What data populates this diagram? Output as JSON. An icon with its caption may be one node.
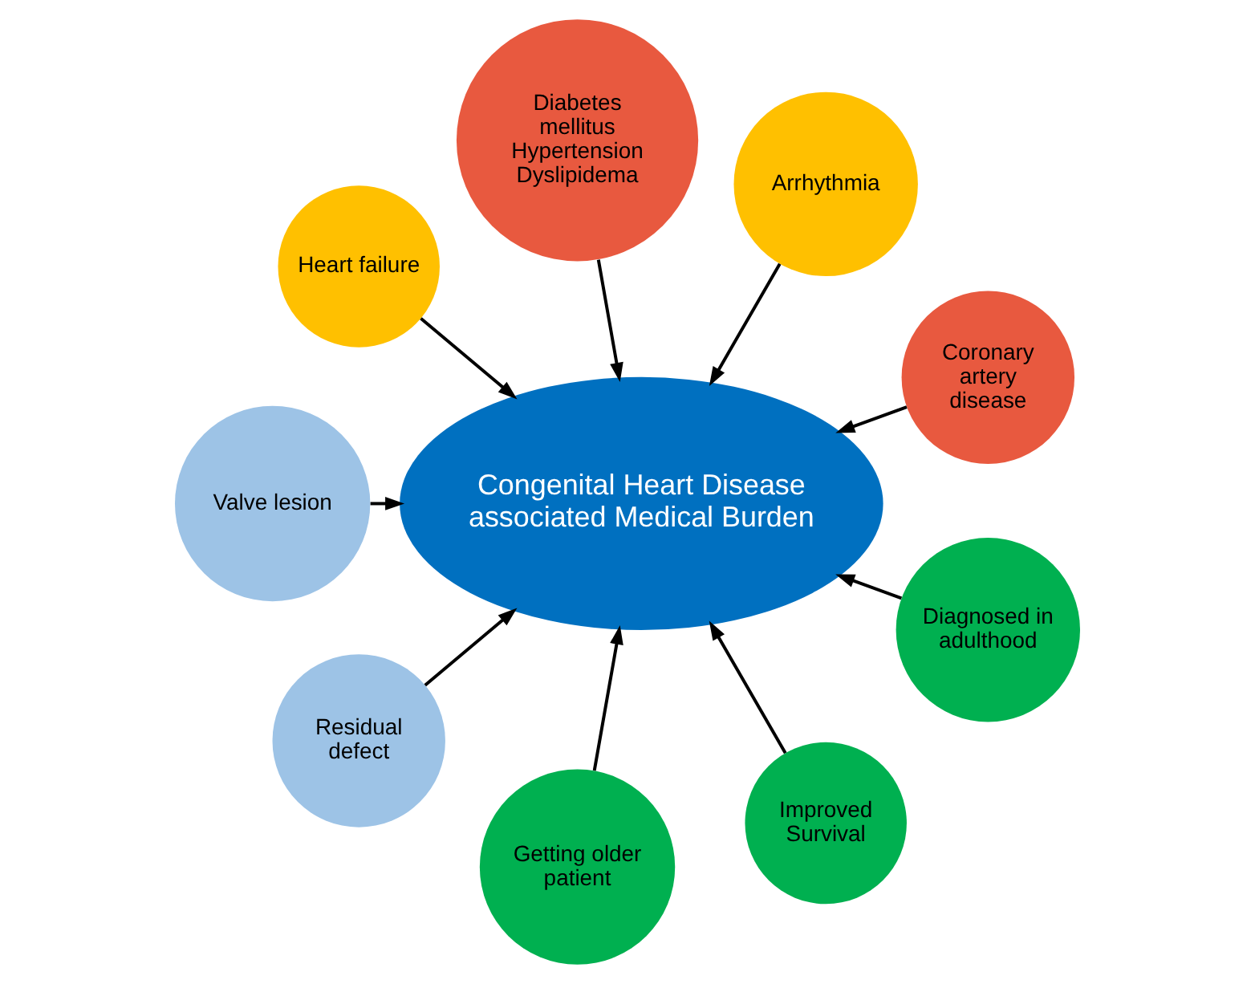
{
  "diagram": {
    "nodes": [
      {
        "text": [
          "Coronary artery disease"
        ]
      },
      {
        "text": [
          "Arrhythmia"
        ]
      },
      {
        "text": [
          "Diabetes mellitus",
          "Hypertension",
          "Dyslipidema"
        ]
      },
      {
        "text": [
          "Heart failure"
        ]
      },
      {
        "text": [
          "Congenital Heart Disease associated Medical Burden"
        ]
      },
      {
        "text": [
          "Valve lesion"
        ]
      },
      {
        "text": [
          "Residual defect"
        ]
      },
      {
        "text": [
          "Getting older patient"
        ]
      },
      {
        "text": [
          "Improved Survival"
        ]
      },
      {
        "text": [
          "Diagnosed in adulthood"
        ]
      }
    ],
    "edges": [
      {
        "from": 1,
        "to": 4,
        "arrow": "to"
      },
      {
        "from": 0,
        "to": 4,
        "arrow": "to"
      },
      {
        "from": 2,
        "to": 4,
        "arrow": "to"
      },
      {
        "from": 5,
        "to": 4,
        "arrow": "to"
      },
      {
        "from": 6,
        "to": 4,
        "arrow": "to"
      },
      {
        "from": 9,
        "to": 4,
        "arrow": "to"
      },
      {
        "from": 7,
        "to": 4,
        "arrow": "to"
      },
      {
        "from": 8,
        "to": 4,
        "arrow": "to"
      },
      {
        "from": 3,
        "to": 4,
        "arrow": "to"
      }
    ]
  }
}
